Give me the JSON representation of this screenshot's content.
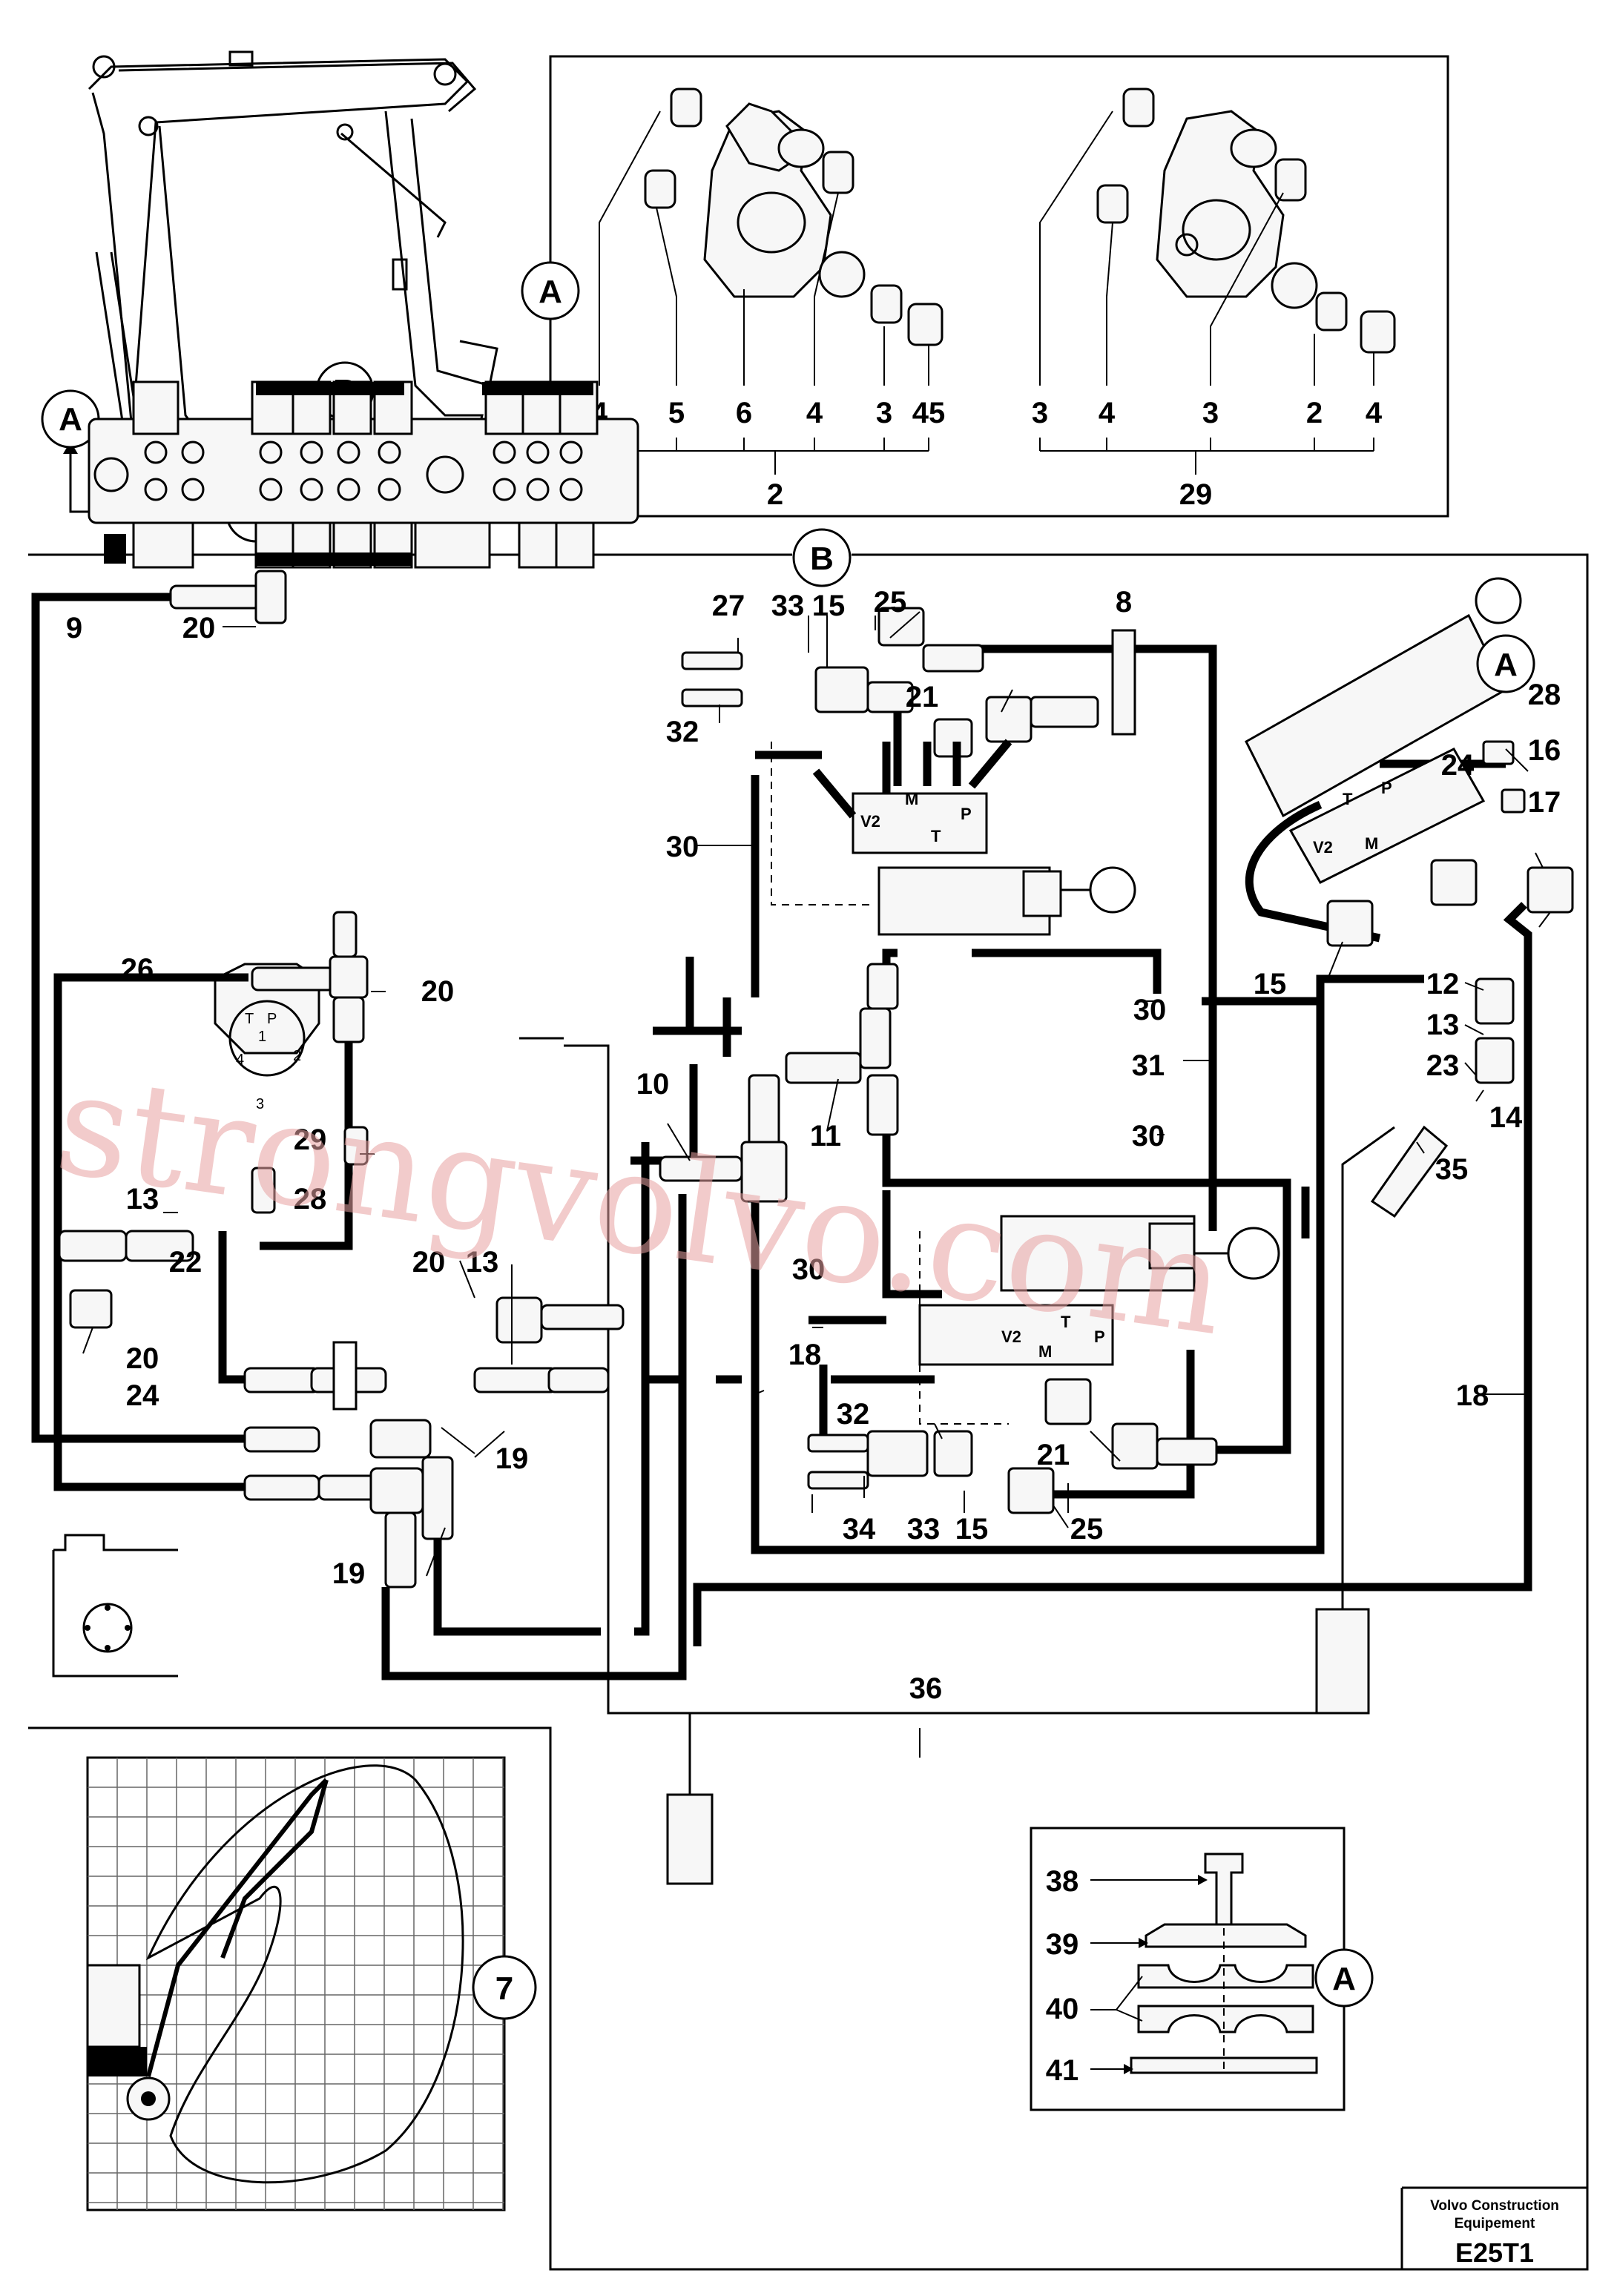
{
  "diagram": {
    "callouts": {
      "A_top_left": "A",
      "B_top_left": "B",
      "one": "1",
      "A_detail": "A",
      "B_main": "B",
      "A_right": "A",
      "A_clamp": "A",
      "seven": "7"
    },
    "detail_left": {
      "labels": [
        "4",
        "5",
        "6",
        "4",
        "3",
        "45"
      ],
      "assembly": "2"
    },
    "detail_right": {
      "labels": [
        "3",
        "4",
        "3",
        "2",
        "4"
      ],
      "assembly": "29"
    },
    "main_labels": {
      "l9": "9",
      "l20a": "20",
      "l27": "27",
      "l33a": "33",
      "l15a": "15",
      "l25a": "25",
      "l8": "8",
      "l21a": "21",
      "l32a": "32",
      "l30a": "30",
      "l26": "26",
      "l20b": "20",
      "l29": "29",
      "l28a": "28",
      "l13a": "13",
      "l22": "22",
      "l20c": "20",
      "l24a": "24",
      "l20d": "20",
      "l13b": "13",
      "l19a": "19",
      "l19b": "19",
      "l10": "10",
      "l11": "11",
      "l30b": "30",
      "l31": "31",
      "l30c": "30",
      "l30d": "30",
      "l18a": "18",
      "l32b": "32",
      "l34": "34",
      "l33b": "33",
      "l15b": "15",
      "l25b": "25",
      "l21b": "21",
      "l28b": "28",
      "l16": "16",
      "l24b": "24",
      "l17": "17",
      "l15c": "15",
      "l12": "12",
      "l13c": "13",
      "l23": "23",
      "l14": "14",
      "l35": "35",
      "l18b": "18",
      "l36": "36"
    },
    "clamp_labels": [
      "38",
      "39",
      "40",
      "41"
    ],
    "port_labels": {
      "valve_top": [
        "V2",
        "M",
        "T",
        "P"
      ],
      "valve_bottom": [
        "V2",
        "M",
        "T",
        "P"
      ],
      "valve_right": [
        "V2",
        "M",
        "T",
        "P"
      ],
      "pilot": [
        "T",
        "P",
        "1",
        "2",
        "4",
        "3"
      ]
    },
    "footer": {
      "company_line1": "Volvo Construction",
      "company_line2": "Equipement",
      "drawing_code": "E25T1"
    },
    "watermark": "strongvolvo.com"
  }
}
